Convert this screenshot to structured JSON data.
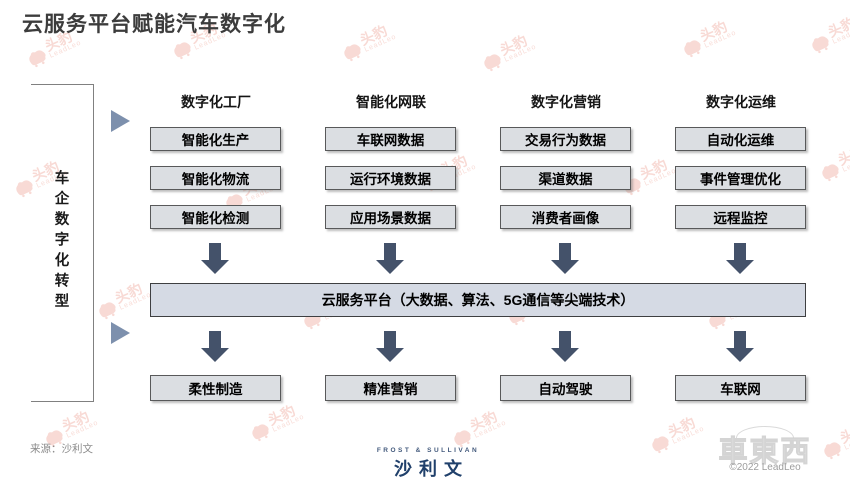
{
  "title": "云服务平台赋能汽车数字化",
  "left_label": "车企数字化转型",
  "columns": [
    {
      "header": "数字化工厂",
      "boxes": [
        "智能化生产",
        "智能化物流",
        "智能化检测"
      ],
      "outcome": "柔性制造"
    },
    {
      "header": "智能化网联",
      "boxes": [
        "车联网数据",
        "运行环境数据",
        "应用场景数据"
      ],
      "outcome": "精准营销"
    },
    {
      "header": "数字化营销",
      "boxes": [
        "交易行为数据",
        "渠道数据",
        "消费者画像"
      ],
      "outcome": "自动驾驶"
    },
    {
      "header": "数字化运维",
      "boxes": [
        "自动化运维",
        "事件管理优化",
        "远程监控"
      ],
      "outcome": "车联网"
    }
  ],
  "platform_bar": "云服务平台（大数据、算法、5G通信等尖端技术）",
  "source": "来源：沙利文",
  "logo": {
    "top": "FROST & SULLIVAN",
    "cn": "沙利文"
  },
  "watermark": {
    "brand": "头豹",
    "brand_en": "LeadLeo",
    "bottom_right": "車東西",
    "copyright": "©2022 LeadLeo"
  },
  "colors": {
    "box_fill": "#dbdee2",
    "box_border": "#58595a",
    "bar_fill": "#d5dae4",
    "arrow": "#44526a",
    "triangle": "#7d90ad",
    "logo_navy": "#20406b",
    "watermark_red": "#efa99c"
  }
}
